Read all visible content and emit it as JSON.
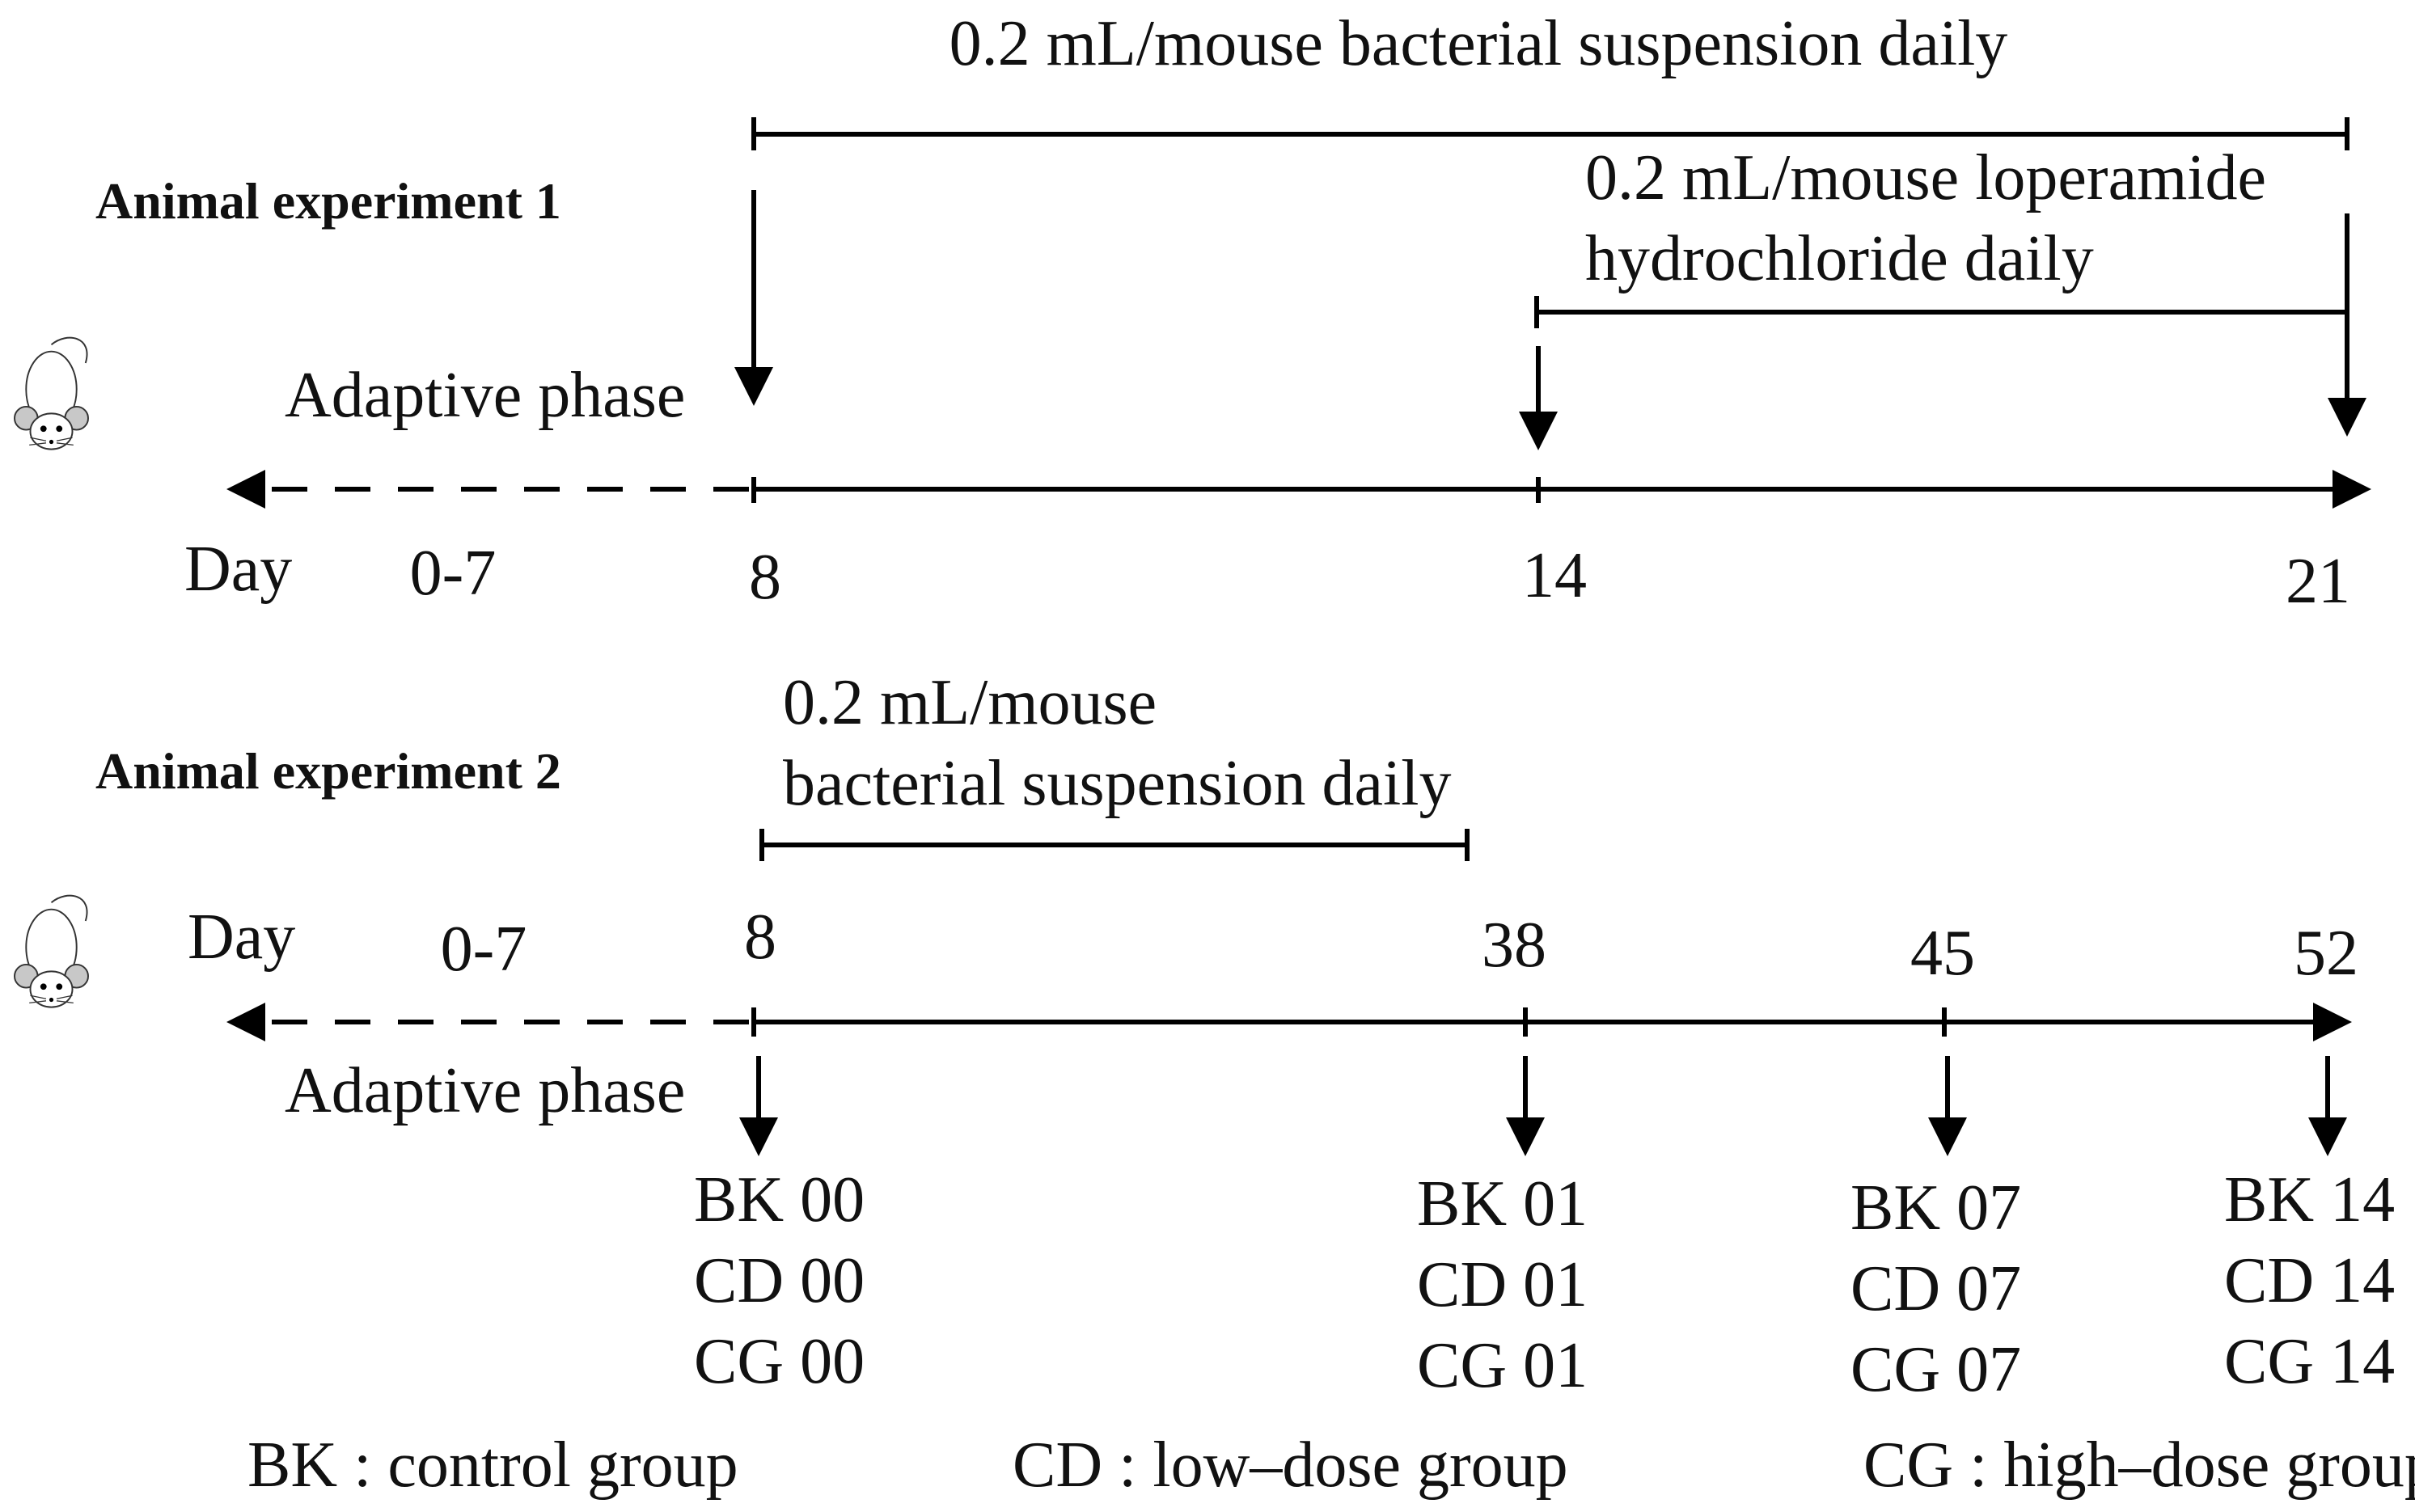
{
  "colors": {
    "ink": "#000000",
    "background": "#ffffff",
    "mouse_ear": "#c8c8c8"
  },
  "experiment1": {
    "title": "Animal experiment 1",
    "phase_label": "Adaptive phase",
    "day_label": "Day",
    "days": [
      "0-7",
      "8",
      "14",
      "21"
    ],
    "treatment_bacteria": "0.2 mL/mouse bacterial suspension daily",
    "treatment_loperamide": [
      "0.2 mL/mouse loperamide",
      "hydrochloride daily"
    ]
  },
  "experiment2": {
    "title": "Animal experiment 2",
    "phase_label": "Adaptive phase",
    "day_label": "Day",
    "days": [
      "0-7",
      "8",
      "38",
      "45",
      "52"
    ],
    "treatment_bacteria": [
      "0.2 mL/mouse",
      "bacterial suspension daily"
    ],
    "sample_groups": [
      [
        "BK 00",
        "CD 00",
        "CG 00"
      ],
      [
        "BK 01",
        "CD 01",
        "CG 01"
      ],
      [
        "BK 07",
        "CD 07",
        "CG 07"
      ],
      [
        "BK 14",
        "CD 14",
        "CG 14"
      ]
    ]
  },
  "legend": [
    "BK : control group",
    "CD : low–dose group",
    "CG : high–dose group"
  ],
  "icons": [
    "mouse-icon"
  ]
}
